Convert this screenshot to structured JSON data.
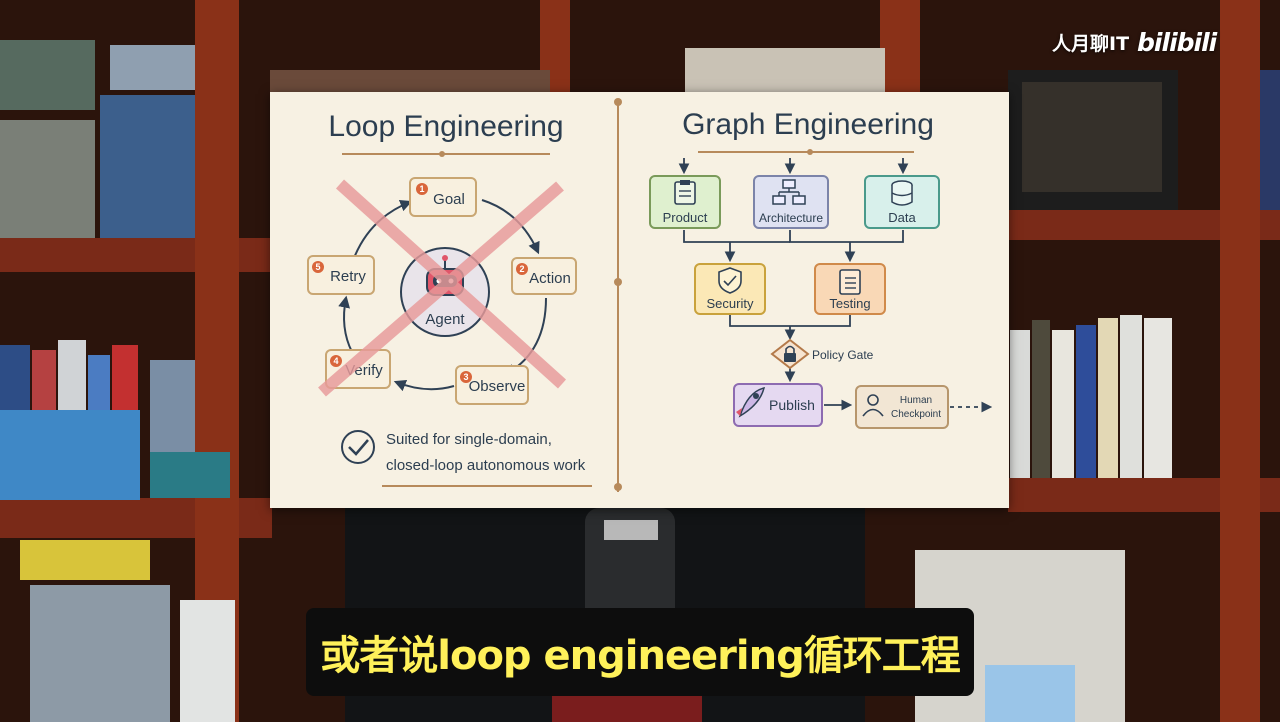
{
  "watermark": {
    "channel": "人月聊IT",
    "logo": "bilibili"
  },
  "slide": {
    "loop": {
      "title": "Loop Engineering",
      "center_label": "Agent",
      "steps": [
        {
          "num": "1",
          "label": "Goal"
        },
        {
          "num": "2",
          "label": "Action"
        },
        {
          "num": "3",
          "label": "Observe"
        },
        {
          "num": "4",
          "label": "Verify"
        },
        {
          "num": "5",
          "label": "Retry"
        }
      ],
      "note_line1": "Suited for single-domain,",
      "note_line2": "closed-loop autonomous work"
    },
    "graph": {
      "title": "Graph Engineering",
      "nodes": {
        "product": "Product",
        "architecture": "Architecture",
        "data": "Data",
        "security": "Security",
        "testing": "Testing",
        "policy_gate": "Policy Gate",
        "publish": "Publish",
        "human_line1": "Human",
        "human_line2": "Checkpoint"
      }
    }
  },
  "subtitle": "或者说loop engineering循环工程",
  "icons": [
    "robot-icon",
    "checkmark-icon",
    "clipboard-icon",
    "hierarchy-icon",
    "database-icon",
    "shield-icon",
    "checklist-icon",
    "lock-icon",
    "rocket-icon",
    "person-icon"
  ],
  "colors": {
    "slide_bg": "#f7f1e3",
    "title_text": "#2c3e50",
    "step_border": "#c9a672",
    "cross": "#e89a9a",
    "product": "#dff0cf",
    "architecture": "#dfe2f2",
    "data": "#d8f0eb",
    "security": "#fbe8b6",
    "testing": "#f9d8b6",
    "publish": "#e5d9f1",
    "subtitle_text": "#fff15a"
  }
}
